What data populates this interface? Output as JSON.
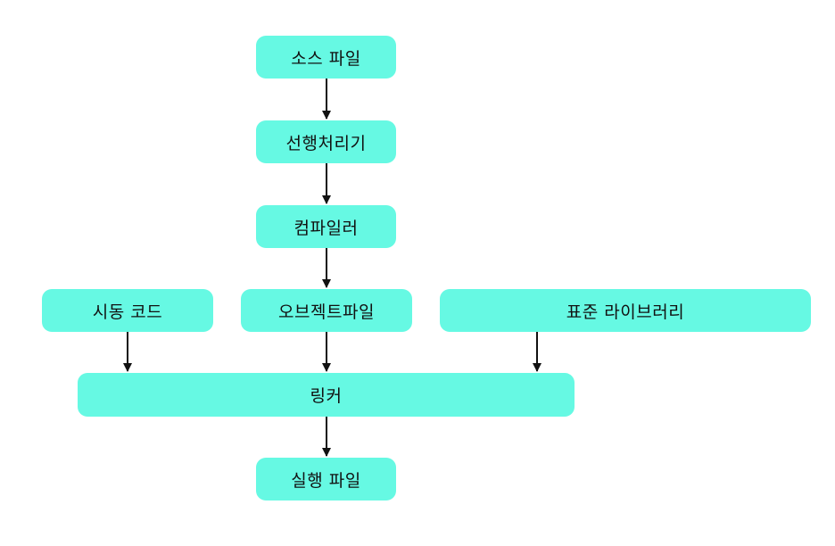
{
  "colors": {
    "node_fill": "#66f9e3",
    "arrow": "#111111",
    "text": "#111111"
  },
  "nodes": {
    "source_file": {
      "label": "소스 파일"
    },
    "preprocessor": {
      "label": "선행처리기"
    },
    "compiler": {
      "label": "컴파일러"
    },
    "startup_code": {
      "label": "시동 코드"
    },
    "object_file": {
      "label": "오브젝트파일"
    },
    "standard_library": {
      "label": "표준 라이브러리"
    },
    "linker": {
      "label": "링커"
    },
    "executable_file": {
      "label": "실행 파일"
    }
  },
  "edges": [
    {
      "from": "source_file",
      "to": "preprocessor"
    },
    {
      "from": "preprocessor",
      "to": "compiler"
    },
    {
      "from": "compiler",
      "to": "object_file"
    },
    {
      "from": "startup_code",
      "to": "linker"
    },
    {
      "from": "object_file",
      "to": "linker"
    },
    {
      "from": "standard_library",
      "to": "linker"
    },
    {
      "from": "linker",
      "to": "executable_file"
    }
  ]
}
